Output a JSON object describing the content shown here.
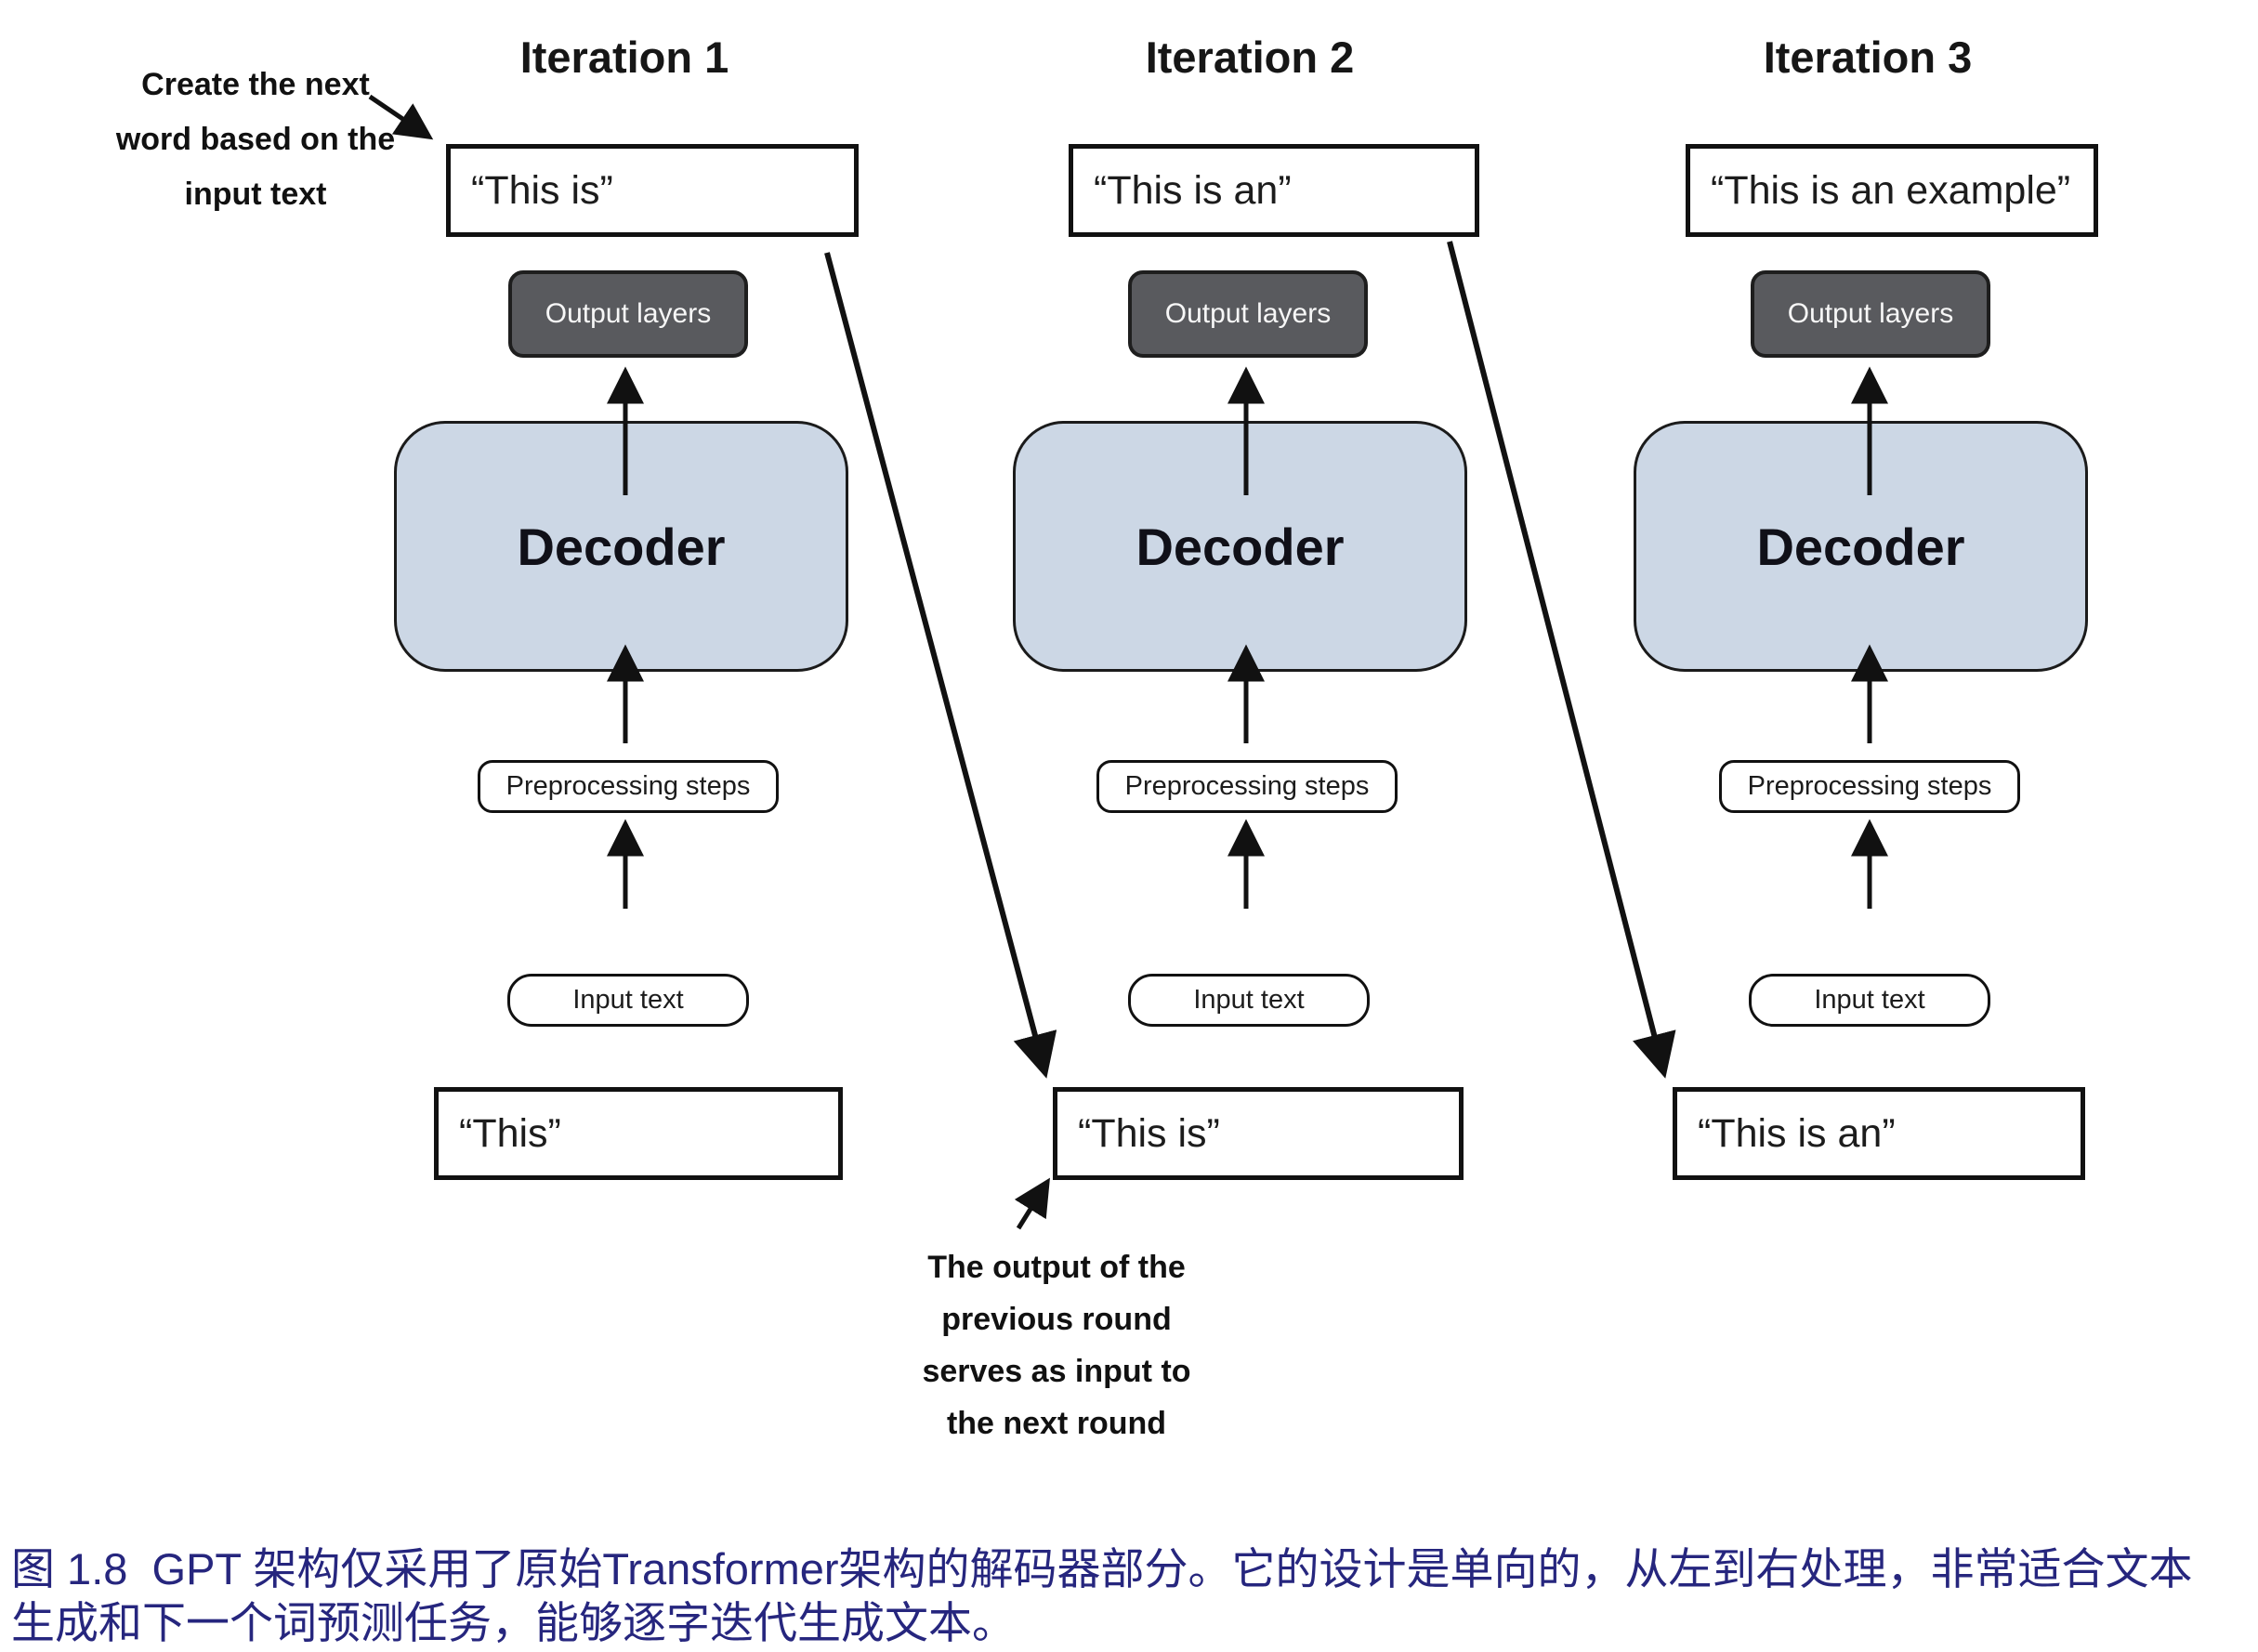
{
  "figure": {
    "annotation_top_left": {
      "lines": [
        "Create the next",
        "word based on the",
        "input text"
      ]
    },
    "annotation_bottom": {
      "lines": [
        "The output of the",
        "previous round",
        "serves as input to",
        "the next round"
      ]
    },
    "iterations": [
      {
        "title": "Iteration 1",
        "generated_text": "“This is”",
        "output_layers": "Output layers",
        "decoder": "Decoder",
        "preprocessing": "Preprocessing steps",
        "input_label": "Input text",
        "input_text": "“This”"
      },
      {
        "title": "Iteration 2",
        "generated_text": "“This is an”",
        "output_layers": "Output layers",
        "decoder": "Decoder",
        "preprocessing": "Preprocessing steps",
        "input_label": "Input text",
        "input_text": "“This is”"
      },
      {
        "title": "Iteration 3",
        "generated_text": "“This is an example”",
        "output_layers": "Output layers",
        "decoder": "Decoder",
        "preprocessing": "Preprocessing steps",
        "input_label": "Input text",
        "input_text": "“This is an”"
      }
    ]
  },
  "caption": {
    "line1": "图 1.8  GPT 架构仅采用了原始Transformer架构的解码器部分。它的设计是单向的，从左到右处理，非常适合文本",
    "line2": "生成和下一个词预测任务，能够逐字迭代生成文本。"
  },
  "colors": {
    "decoder_fill": "#ccd7e5",
    "output_layers_fill": "#595a5e",
    "caption_color": "#26267e",
    "arrow_color": "#111111"
  }
}
